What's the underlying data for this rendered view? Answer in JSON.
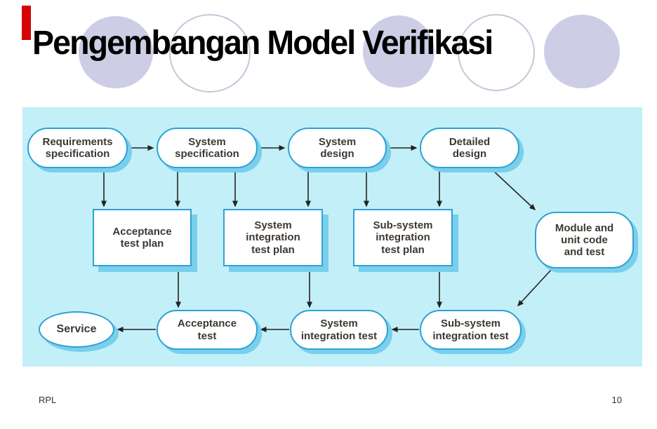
{
  "slide": {
    "title": "Pengembangan Model Verifikasi",
    "footer_left": "RPL",
    "page_number": "10"
  },
  "colors": {
    "panel_background": "#c3eff8",
    "node_border": "#2da2d2",
    "node_shadow": "#79cfec",
    "node_fill": "#ffffff",
    "node_text": "#3d3833",
    "arrow": "#222222",
    "decorative_circle_fill": "#cdcde6",
    "decorative_circle_outline": "#c6c6da",
    "accent_bar": "#d40404",
    "title_text": "#000000"
  },
  "diagram": {
    "nodes": {
      "req_spec": {
        "label": "Requirements\nspecification",
        "shape": "stadium"
      },
      "sys_spec": {
        "label": "System\nspecification",
        "shape": "stadium"
      },
      "sys_design": {
        "label": "System\ndesign",
        "shape": "stadium"
      },
      "detail_design": {
        "label": "Detailed\ndesign",
        "shape": "stadium"
      },
      "acc_plan": {
        "label": "Acceptance\ntest plan",
        "shape": "rectangle"
      },
      "sysint_plan": {
        "label": "System\nintegration\ntest plan",
        "shape": "rectangle"
      },
      "subsys_plan": {
        "label": "Sub-system\nintegration\ntest plan",
        "shape": "rectangle"
      },
      "module_test": {
        "label": "Module and\nunit code\nand test",
        "shape": "stadium"
      },
      "service": {
        "label": "Service",
        "shape": "ellipse"
      },
      "acc_test": {
        "label": "Acceptance\ntest",
        "shape": "stadium"
      },
      "sysint_test": {
        "label": "System\nintegration test",
        "shape": "stadium"
      },
      "subsys_test": {
        "label": "Sub-system\nintegration test",
        "shape": "stadium"
      }
    },
    "edges": [
      {
        "from": "req_spec",
        "to": "sys_spec"
      },
      {
        "from": "sys_spec",
        "to": "sys_design"
      },
      {
        "from": "sys_design",
        "to": "detail_design"
      },
      {
        "from": "req_spec",
        "to": "acc_plan"
      },
      {
        "from": "sys_spec",
        "to": "acc_plan"
      },
      {
        "from": "sys_spec",
        "to": "sysint_plan"
      },
      {
        "from": "sys_design",
        "to": "sysint_plan"
      },
      {
        "from": "sys_design",
        "to": "subsys_plan"
      },
      {
        "from": "detail_design",
        "to": "subsys_plan"
      },
      {
        "from": "detail_design",
        "to": "module_test"
      },
      {
        "from": "acc_plan",
        "to": "acc_test"
      },
      {
        "from": "sysint_plan",
        "to": "sysint_test"
      },
      {
        "from": "subsys_plan",
        "to": "subsys_test"
      },
      {
        "from": "module_test",
        "to": "subsys_test"
      },
      {
        "from": "subsys_test",
        "to": "sysint_test"
      },
      {
        "from": "sysint_test",
        "to": "acc_test"
      },
      {
        "from": "acc_test",
        "to": "service"
      }
    ]
  }
}
